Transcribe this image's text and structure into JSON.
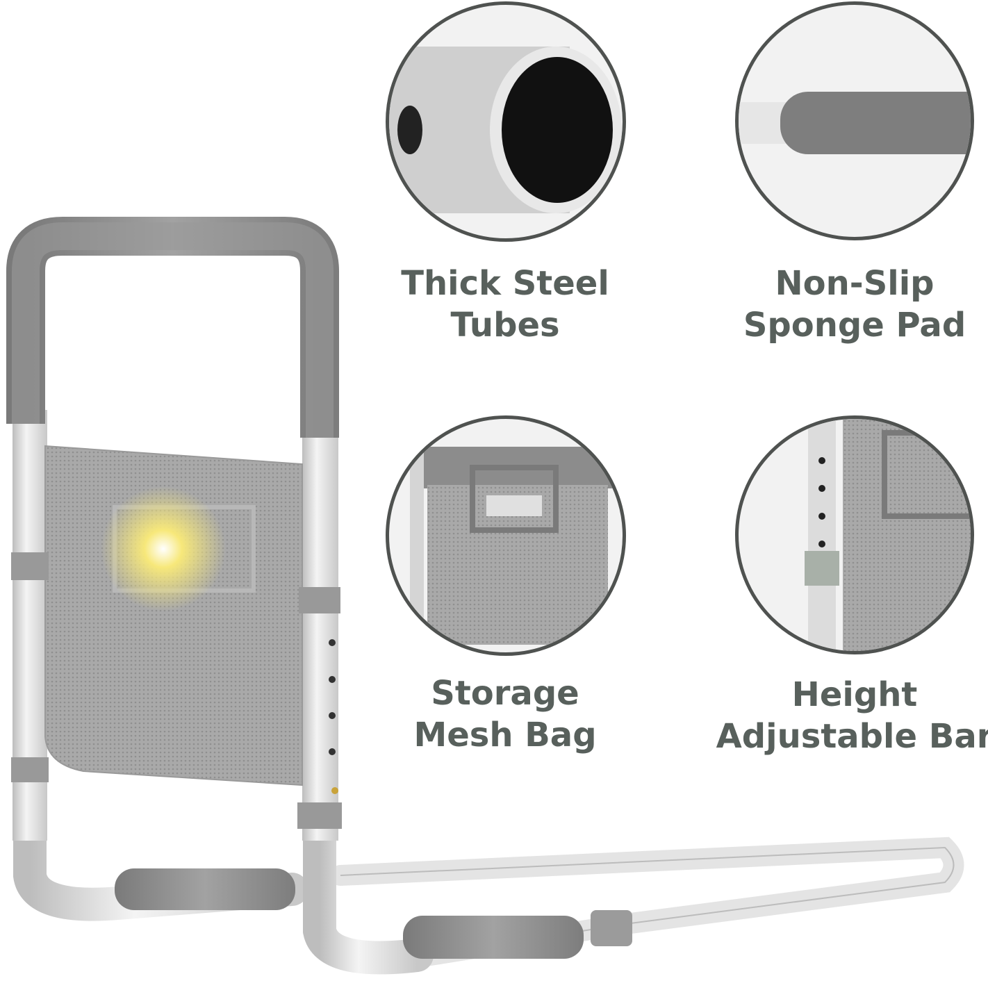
{
  "features": [
    {
      "line1": "Thick Steel",
      "line2": "Tubes",
      "icon": "steel-tube"
    },
    {
      "line1": "Non-Slip",
      "line2": "Sponge Pad",
      "icon": "sponge-pad"
    },
    {
      "line1": "Storage",
      "line2": "Mesh Bag",
      "icon": "mesh-bag"
    },
    {
      "line1": "Height",
      "line2": "Adjustable Bar",
      "icon": "adjustable-bar"
    }
  ],
  "colors": {
    "border": "#4f5250",
    "text": "#58605c",
    "foam": "#8a8a8a",
    "tube": "#dcdcdc"
  }
}
